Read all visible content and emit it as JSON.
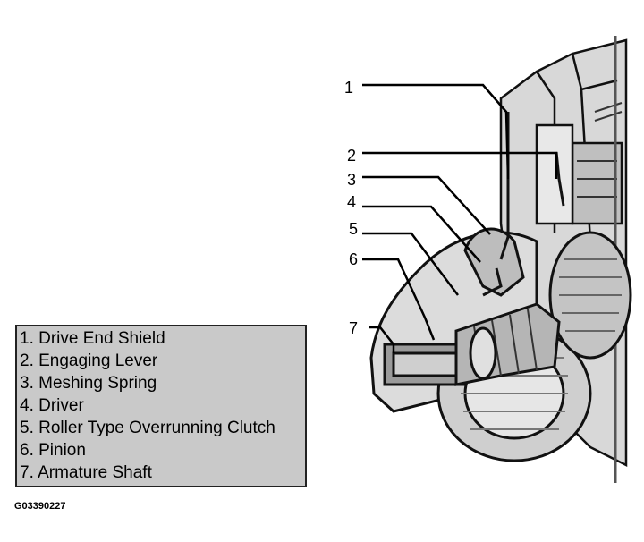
{
  "callouts": [
    "1",
    "2",
    "3",
    "4",
    "5",
    "6",
    "7"
  ],
  "legend": {
    "items": [
      "1. Drive End Shield",
      "2. Engaging Lever",
      "3. Meshing Spring",
      "4. Driver",
      "5. Roller Type Overrunning Clutch",
      "6. Pinion",
      "7. Armature Shaft"
    ]
  },
  "figure_code": "G03390227"
}
